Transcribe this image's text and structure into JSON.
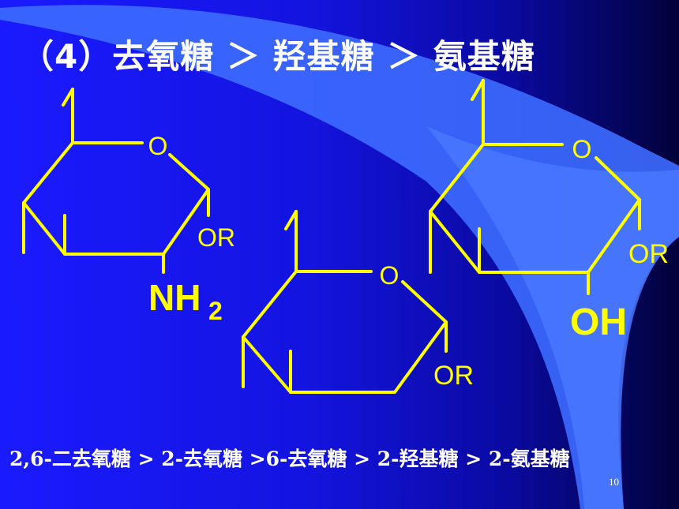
{
  "slide": {
    "title": "（4）去氧糖 ＞ 羟基糖 ＞ 氨基糖",
    "footer": "2,6-二去氧糖 > 2-去氧糖 >6-去氧糖 > 2-羟基糖 > 2-氨基糖",
    "page_number": "10"
  },
  "structures": {
    "left": {
      "ring_o": "O",
      "substituent_1": "OR",
      "substituent_2_main": "NH",
      "substituent_2_sub": "2"
    },
    "middle": {
      "ring_o": "O",
      "substituent_1": "OR"
    },
    "right": {
      "ring_o": "O",
      "substituent_1": "OR",
      "substituent_2": "OH"
    }
  },
  "colors": {
    "background": "#1a1aff",
    "accent_wedge": "#3d6bff",
    "bond": "#ffff00",
    "text": "#ffffff"
  }
}
